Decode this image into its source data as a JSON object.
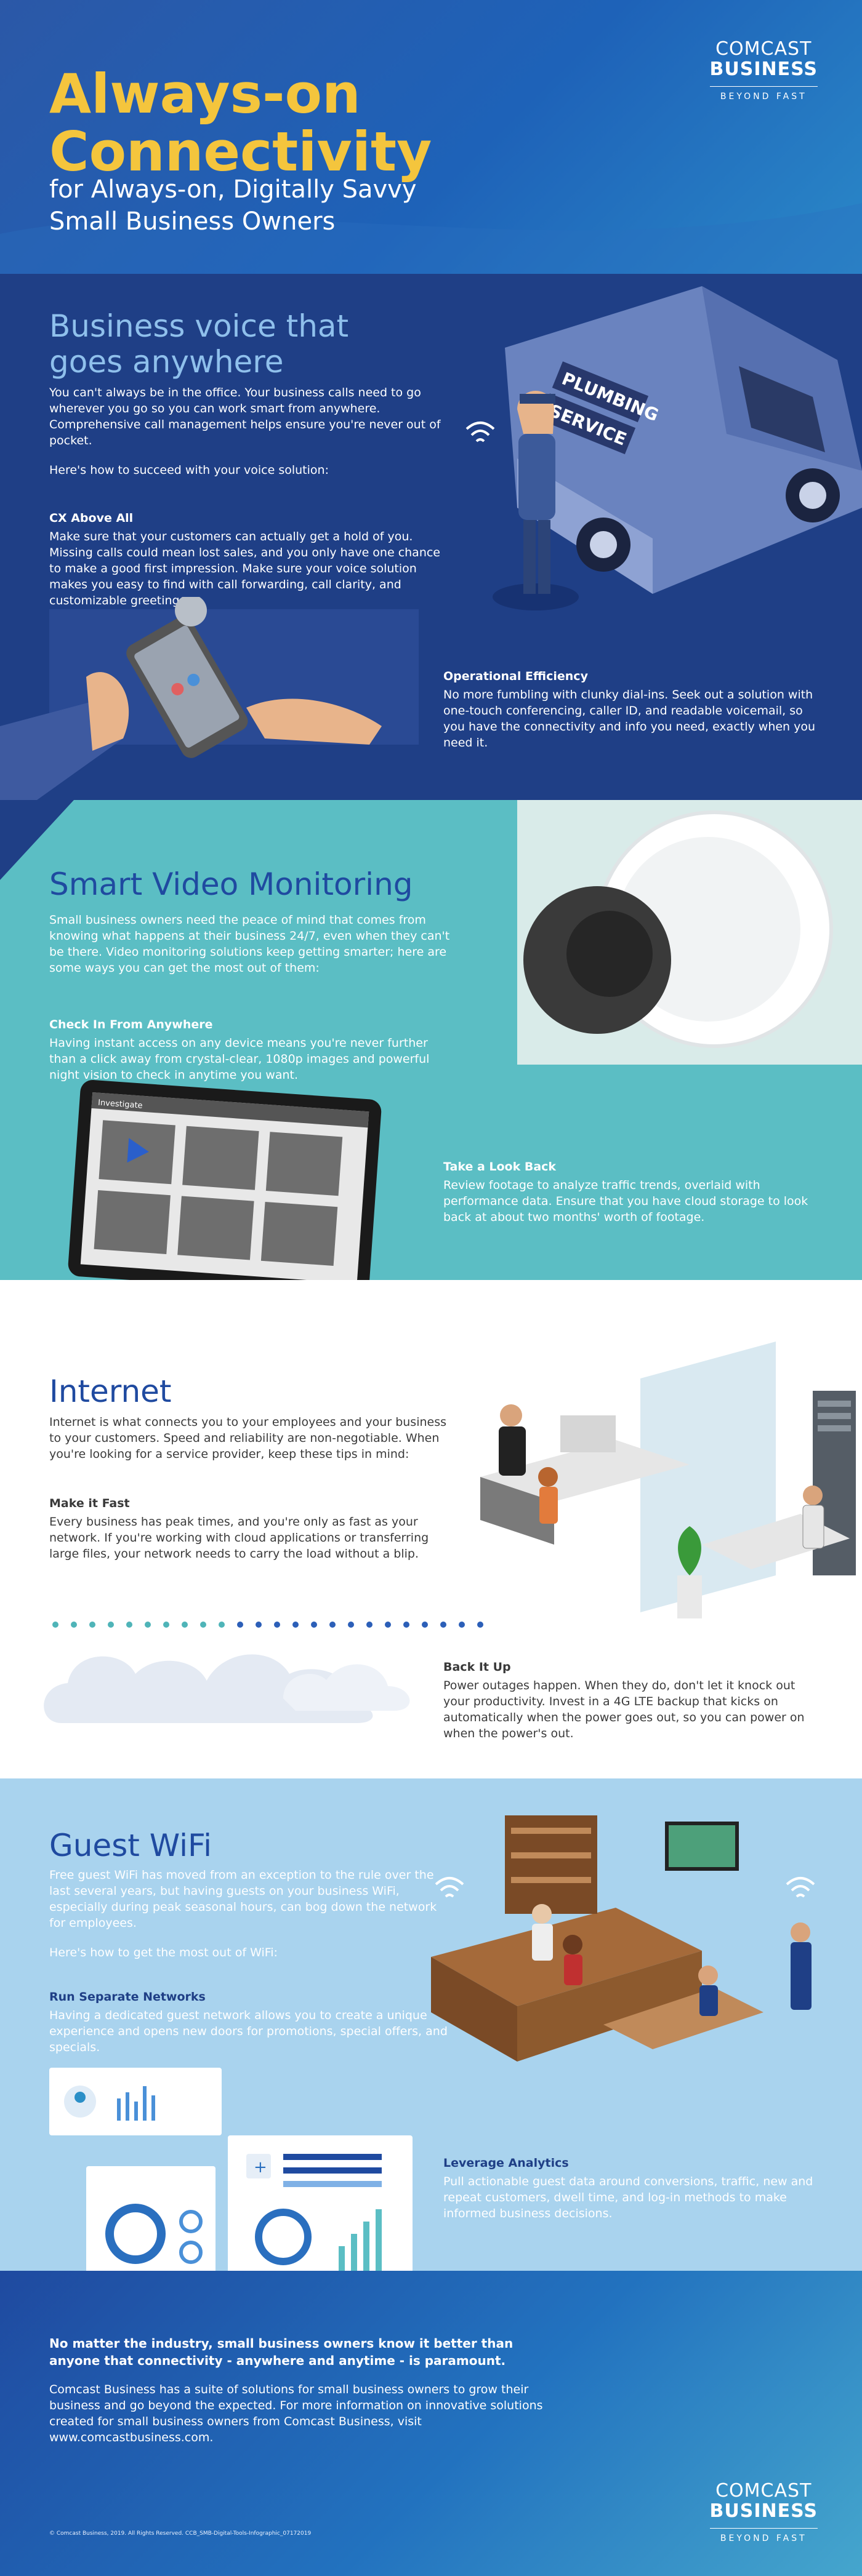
{
  "header": {
    "title": "Always-on Connectivity",
    "subtitle": "for Always-on, Digitally Savvy Small Business Owners",
    "logo": {
      "line1": "COMCAST",
      "line2": "BUSINESS",
      "tagline": "BEYOND FAST"
    }
  },
  "voice": {
    "title": "Business voice that goes anywhere",
    "intro": "You can't always be in the office. Your business calls need to go wherever you go so you can work smart from anywhere. Comprehensive call management helps ensure you're never out of pocket.",
    "lead": "Here's how to succeed with your voice solution:",
    "tip1_title": "CX Above All",
    "tip1_body": "Make sure that your customers can actually get a hold of you. Missing calls could mean lost sales, and you only have one chance to make a good first impression. Make sure your voice solution makes you easy to find with call forwarding, call clarity, and customizable greetings.",
    "tip2_title": "Operational Efficiency",
    "tip2_body": "No more fumbling with clunky dial-ins. Seek out a solution with one-touch conferencing, caller ID, and readable voicemail, so you have the connectivity and info you need, exactly when you need it.",
    "van_text1": "PLUMBING",
    "van_text2": "SERVICE"
  },
  "video": {
    "title": "Smart Video Monitoring",
    "intro": "Small business owners need the peace of mind that comes from knowing what happens at their business 24/7, even when they can't be there. Video monitoring solutions keep getting smarter; here are some ways you can get the most out of them:",
    "tip1_title": "Check In From Anywhere",
    "tip1_body": "Having instant access on any device means you're never further than a click away from crystal-clear, 1080p images and powerful night vision to check in anytime you want.",
    "tip2_title": "Take a Look Back",
    "tip2_body": "Review footage to analyze traffic trends, overlaid with performance data. Ensure that you have cloud storage to look back at about two months' worth of footage.",
    "tablet_label": "Investigate"
  },
  "internet": {
    "title": "Internet",
    "intro": "Internet is what connects you to your employees and your business to your customers. Speed and reliability are non-negotiable. When you're looking for a service provider, keep these tips in mind:",
    "tip1_title": "Make it Fast",
    "tip1_body": "Every business has peak times, and you're only as fast as your network. If you're working with cloud applications or transferring large files, your network needs to carry the load without a blip.",
    "tip2_title": "Back It Up",
    "tip2_body": "Power outages happen. When they do, don't let it knock out your productivity. Invest in a 4G LTE backup that kicks on automatically when the power goes out, so you can power on when the power's out."
  },
  "wifi": {
    "title": "Guest WiFi",
    "intro": "Free guest WiFi has moved from an exception to the rule over the last several years, but having guests on your business WiFi, especially during peak seasonal hours, can bog down the network for employees.",
    "lead": "Here's how to get the most out of WiFi:",
    "tip1_title": "Run Separate Networks",
    "tip1_body": "Having a dedicated guest network allows you to create a unique experience and opens new doors for promotions, special offers, and specials.",
    "tip2_title": "Leverage Analytics",
    "tip2_body": "Pull actionable guest data around conversions, traffic, new and repeat customers, dwell time, and log-in methods to make informed business decisions."
  },
  "footer": {
    "headline": "No matter the industry, small business owners know it better than anyone that connectivity - anywhere and anytime - is paramount.",
    "body": "Comcast Business has a suite of solutions for small business owners to grow their business and go beyond the expected. For more information on innovative solutions created for small business owners from Comcast Business, visit www.comcastbusiness.com.",
    "copyright": "© Comcast Business, 2019. All Rights Reserved. CCB_SMB-Digital-Tools-Infographic_07172019"
  },
  "colors": {
    "accent_yellow": "#f4c53d",
    "navy": "#1f3f86",
    "teal": "#5bbec4",
    "light_blue": "#a9d3ee",
    "heading_blue": "#1f4aa0"
  }
}
